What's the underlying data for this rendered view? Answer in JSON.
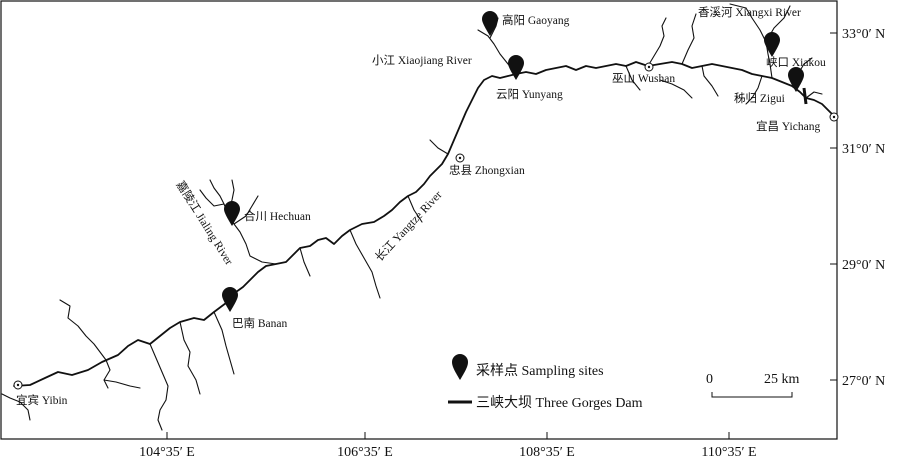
{
  "lat_labels": [
    "33°0′ N",
    "31°0′ N",
    "29°0′ N",
    "27°0′ N"
  ],
  "lon_labels": [
    "104°35′ E",
    "106°35′ E",
    "108°35′ E",
    "110°35′ E"
  ],
  "places": {
    "gaoyang": "高阳 Gaoyang",
    "xiaojiang": "小江 Xiaojiang River",
    "yunyang": "云阳 Yunyang",
    "wushan": "巫山 Wushan",
    "xiangxi": "香溪河 Xiangxi River",
    "xiakou": "峡口 Xiakou",
    "zigui": "秭归 Zigui",
    "yichang": "宜昌 Yichang",
    "zhongxian": "忠县 Zhongxian",
    "yangtze": "长江 Yangtze River",
    "jialing": "嘉陵江 Jialing River",
    "hechuan": "合川 Hechuan",
    "banan": "巴南 Banan",
    "yibin": "宜宾 Yibin"
  },
  "legend": {
    "sampling": "采样点 Sampling sites",
    "dam": "三峡大坝 Three Gorges Dam"
  },
  "scale": {
    "zero": "0",
    "end": "25 km"
  },
  "colors": {
    "ink": "#111111",
    "background": "#ffffff"
  }
}
